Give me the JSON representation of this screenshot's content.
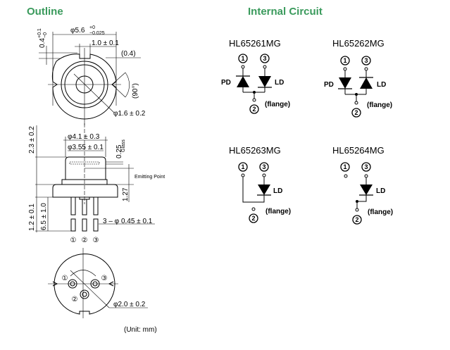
{
  "outline": {
    "title": "Outline",
    "top_view": {
      "dia": "φ5.6",
      "dia_tol_plus": "+0",
      "dia_tol_minus": "−0.025",
      "notch_width": "1.0 ± 0.1",
      "notch_offset": "(0.4)",
      "height": "0.4",
      "height_tol_plus": "+0.1",
      "height_tol_minus": "−0",
      "angle": "(90°)",
      "window_dia": "φ1.6 ± 0.2"
    },
    "side_view": {
      "cap_dia": "φ4.1 ± 0.3",
      "window_dia": "φ3.55 ± 0.1",
      "glass_thk": "0.25",
      "glass_label": "Glass",
      "emitting_point": "Emitting Point",
      "emit_height": "1.27",
      "top_height": "2.3 ± 0.2",
      "flange_thk": "1.2 ± 0.1",
      "lead_len": "6.5 ± 1.0",
      "lead_dia": "3 – φ 0.45 ± 0.1",
      "pins": [
        "①",
        "②",
        "③"
      ]
    },
    "bottom_view": {
      "pins": [
        "①",
        "②",
        "③"
      ],
      "pcd": "φ2.0 ± 0.2"
    },
    "unit": "(Unit: mm)"
  },
  "circuit": {
    "title": "Internal Circuit",
    "pin_numbers": [
      "1",
      "2",
      "3"
    ],
    "flange_label": "(flange)",
    "pd_label": "PD",
    "ld_label": "LD",
    "models": [
      "HL65261MG",
      "HL65262MG",
      "HL65263MG",
      "HL65264MG"
    ]
  }
}
